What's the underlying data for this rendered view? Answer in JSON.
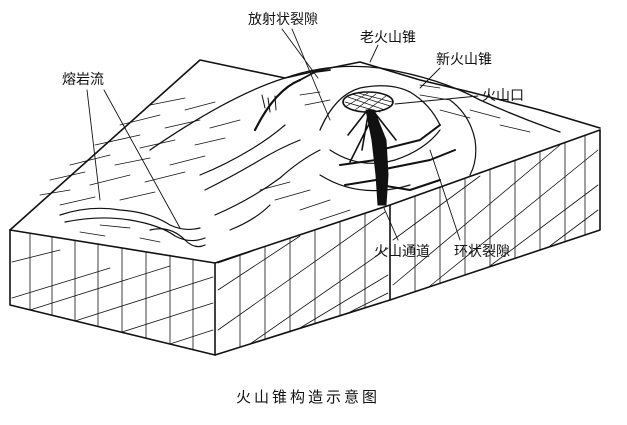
{
  "labels": {
    "lava_flow": "熔岩流",
    "radial_fissure": "放射状裂隙",
    "old_cone": "老火山锥",
    "new_cone": "新火山锥",
    "crater": "火山口",
    "conduit": "火山通道",
    "ring_fissure": "环状裂隙"
  },
  "caption": "火山锥构造示意图",
  "colors": {
    "ink": "#111111",
    "paper": "#ffffff"
  }
}
